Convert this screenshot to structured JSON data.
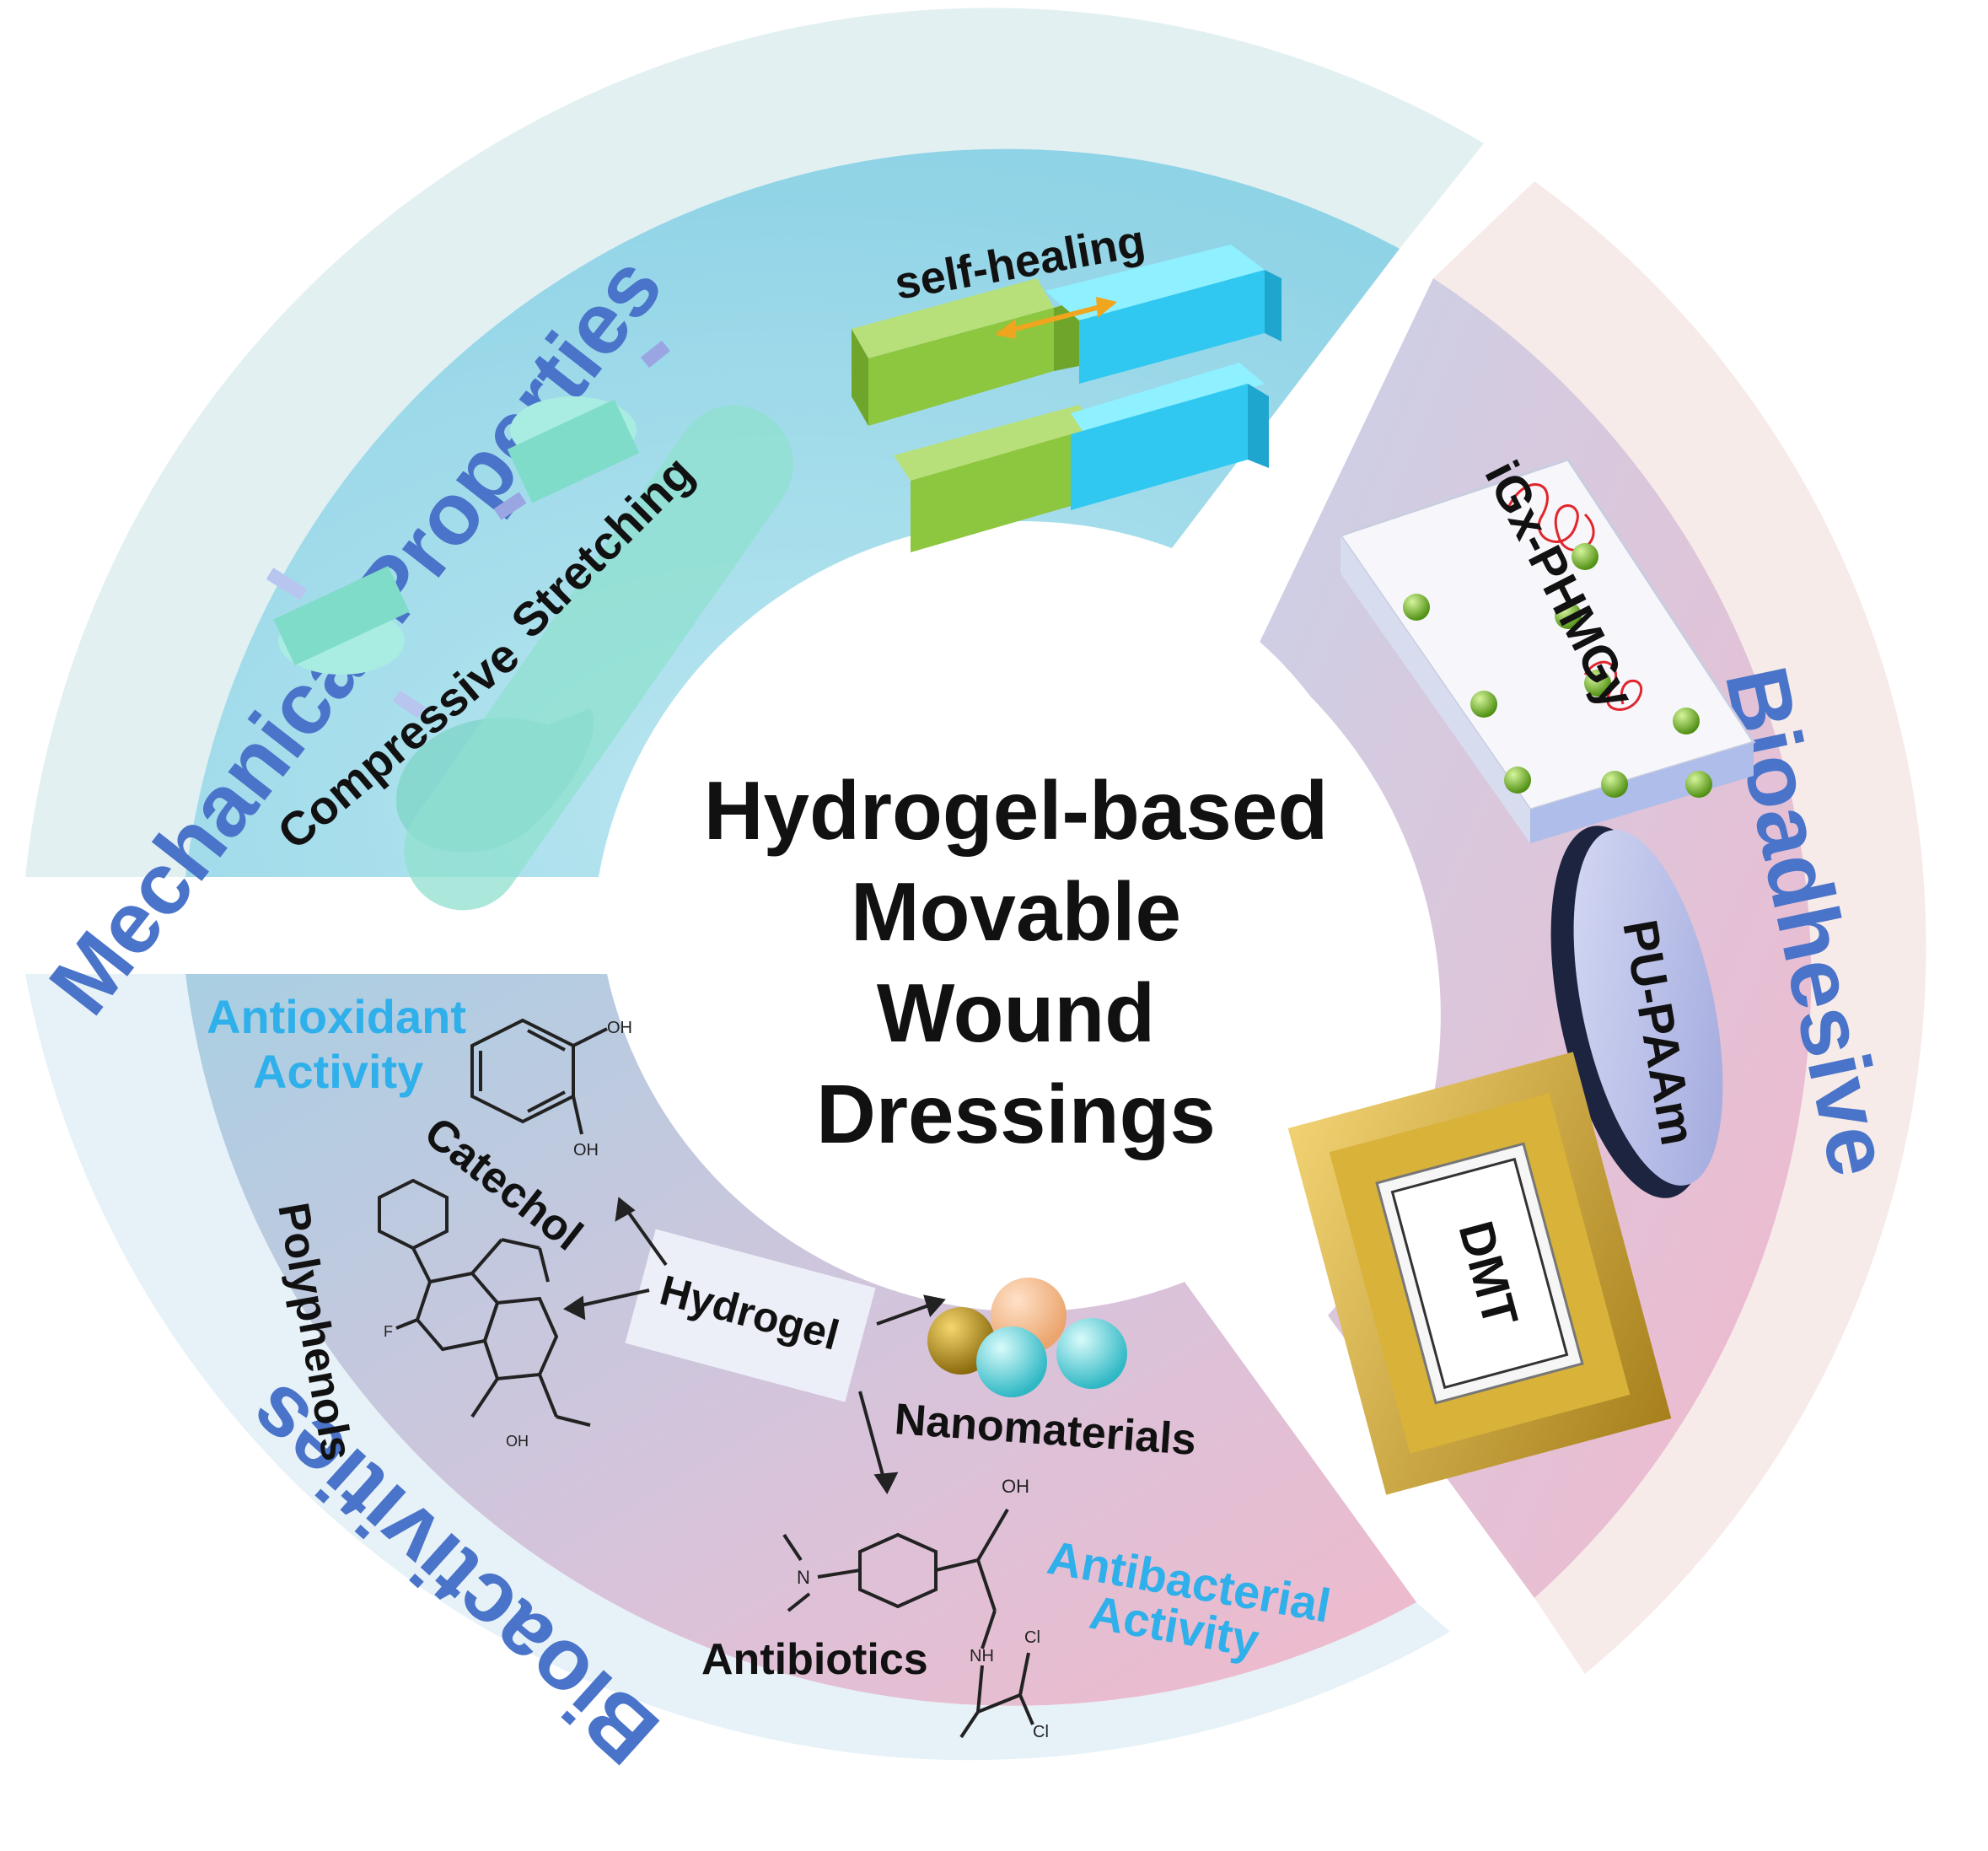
{
  "center": {
    "lines": [
      "Hydrogel-based",
      "Movable",
      "Wound",
      "Dressings"
    ]
  },
  "sections": {
    "mechanical": {
      "title": "Mechanical Properties",
      "labels": {
        "self_healing": "self-healing",
        "stretching": "Stretching",
        "compressive": "Compressive"
      }
    },
    "bioadhesive": {
      "title": "Bioadhesive",
      "labels": {
        "igx": "iGx-PHMGy",
        "pu": "PU-PAAm",
        "dmt": "DMT"
      }
    },
    "bioactivities": {
      "title": "Bioactivities",
      "labels": {
        "antioxidant_1": "Antioxidant",
        "antioxidant_2": "Activity",
        "catechol": "Catechol",
        "polyphenols": "Polyphenols",
        "hydrogel": "Hydrogel",
        "nanomaterials": "Nanomaterials",
        "antibacterial_1": "Antibacterial",
        "antibacterial_2": "Activity",
        "antibiotics": "Antibiotics"
      },
      "chem": {
        "oh": "OH",
        "n": "N",
        "nh": "NH",
        "cl": "Cl",
        "f": "F"
      }
    }
  },
  "colors": {
    "section_title": "#4a74c9",
    "cyan_text": "#2fb0ea",
    "mech_fill": "#a8dceb",
    "bio_fill": "#e9c6d8",
    "green_block": "#8dc63f",
    "cyan_block": "#30c8f0",
    "gold_frame": "#c9a227"
  }
}
